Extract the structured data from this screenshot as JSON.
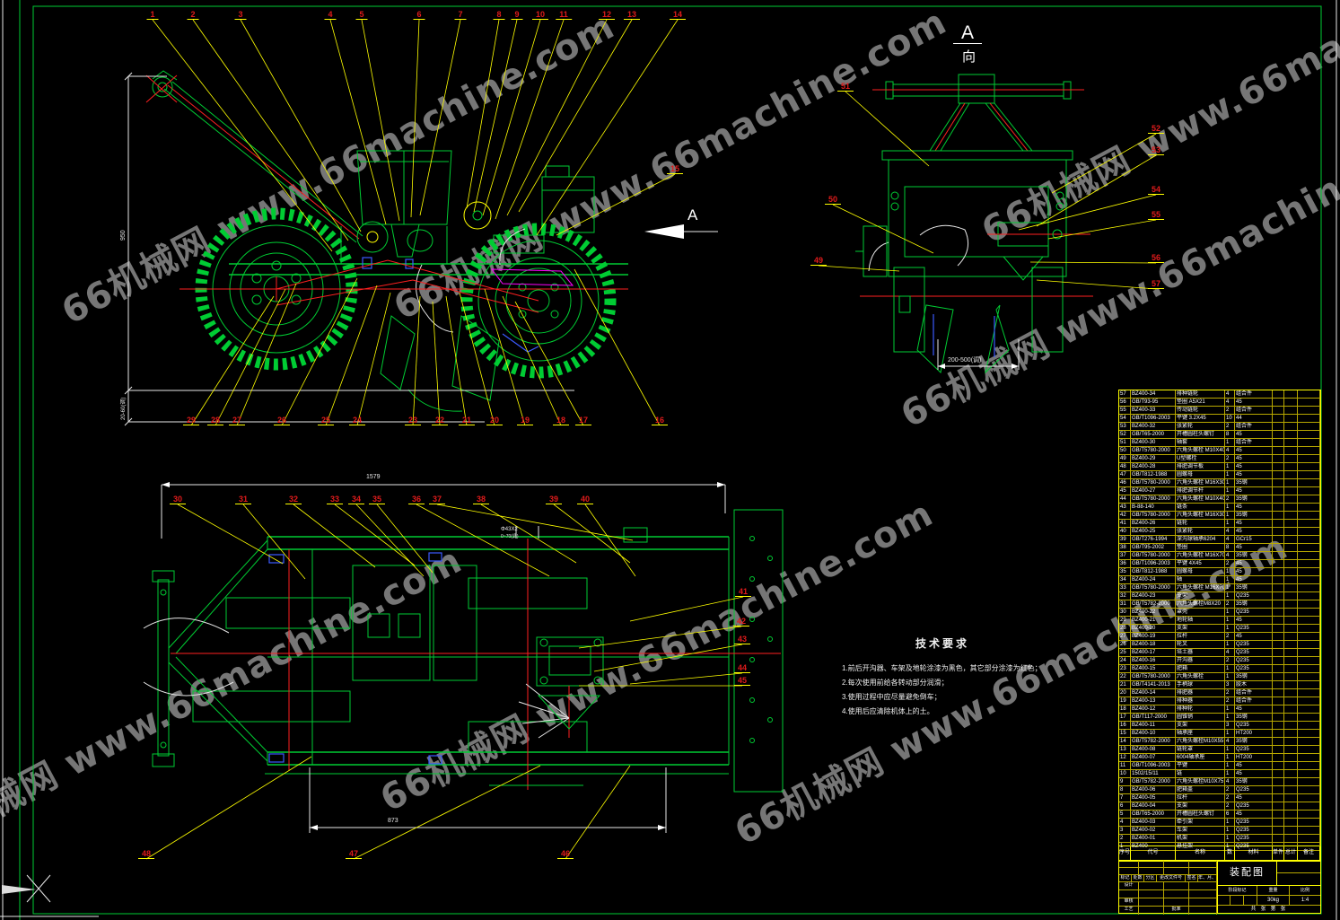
{
  "watermark": {
    "text": "66机械网 www.66machine.com"
  },
  "side_view": {
    "top_labels": [
      "1",
      "2",
      "3",
      "4",
      "5",
      "6",
      "7",
      "8",
      "9",
      "10",
      "11",
      "12",
      "13",
      "14"
    ],
    "bottom_labels": [
      "29",
      "28",
      "27",
      "26",
      "25",
      "24",
      "23",
      "22",
      "21",
      "20",
      "19",
      "18",
      "17",
      "16"
    ],
    "mid_labels": [
      "15"
    ],
    "view_arrow_label": "A",
    "dim_height": "950",
    "dim_depth": "20-60(调)"
  },
  "view_a": {
    "title_letter": "A",
    "title_word": "向",
    "left_labels": [
      "51",
      "50",
      "49"
    ],
    "right_labels": [
      "52",
      "53",
      "54",
      "55",
      "56",
      "57"
    ],
    "dim_row_spacing": "200-500(调)"
  },
  "plan_view": {
    "top_labels": [
      "30",
      "31",
      "32",
      "33",
      "34",
      "35",
      "36",
      "37",
      "38",
      "39",
      "40"
    ],
    "right_labels": [
      "41",
      "42",
      "43",
      "44",
      "45"
    ],
    "bottom_labels": [
      "48",
      "47",
      "46"
    ],
    "dim_width": "1579",
    "dim_wheelbase": "873",
    "dim_small": "Φ43X2",
    "dim_small2": "0~70(调)"
  },
  "tech_requirements": {
    "title": "技术要求",
    "items": [
      "1.前后开沟器、车架及地轮涂漆为黑色，其它部分涂漆为红色；",
      "2.每次使用前给各转动部分润滑；",
      "3.使用过程中应尽量避免倒车；",
      "4.使用后应清除机体上的土。"
    ]
  },
  "bom": {
    "headers": {
      "no": "序号",
      "code": "代号",
      "name": "名称",
      "qty": "数量",
      "material": "材料",
      "unit": "单件",
      "total": "总计",
      "remark": "备注"
    },
    "rows": [
      [
        "57",
        "BZ400-34",
        "排种链轮",
        "4",
        "组合件"
      ],
      [
        "56",
        "GB/T93-95",
        "垫圈 A5X21",
        "4",
        "45"
      ],
      [
        "55",
        "BZ400-33",
        "传动链轮",
        "2",
        "组合件"
      ],
      [
        "54",
        "GB/T1096-2003",
        "平键 3.2X45",
        "10",
        "44"
      ],
      [
        "53",
        "BZ400-32",
        "张紧轮",
        "2",
        "组合件"
      ],
      [
        "52",
        "GB/T65-2000",
        "开槽圆柱头螺钉",
        "8",
        "45"
      ],
      [
        "51",
        "BZ400-30",
        "轴套",
        "1",
        "组合件"
      ],
      [
        "50",
        "GB/T5780-2000",
        "六角头螺栓 M10X40",
        "4",
        "45"
      ],
      [
        "49",
        "BZ400-29",
        "U型螺栓",
        "2",
        "45"
      ],
      [
        "48",
        "BZ400-28",
        "排肥调节板",
        "1",
        "45"
      ],
      [
        "47",
        "GB/T812-1988",
        "圆螺母",
        "1",
        "45"
      ],
      [
        "46",
        "GB/T5780-2000",
        "六角头螺栓 M16X30",
        "1",
        "35钢"
      ],
      [
        "45",
        "BZ400-27",
        "排肥调节杆",
        "1",
        "45"
      ],
      [
        "44",
        "GB/T5780-2000",
        "六角头螺栓 M10X40",
        "2",
        "35钢"
      ],
      [
        "43",
        "B-88-140",
        "链条",
        "1",
        "45"
      ],
      [
        "42",
        "GB/T5780-2000",
        "六角头螺栓 M16X30",
        "1",
        "35钢"
      ],
      [
        "41",
        "BZ400-26",
        "链轮",
        "1",
        "45"
      ],
      [
        "40",
        "BZ400-25",
        "张紧轮",
        "4",
        "45"
      ],
      [
        "39",
        "GB/T276-1994",
        "深沟球轴承6204",
        "4",
        "GCr15"
      ],
      [
        "38",
        "GB/T95-2002",
        "垫圈",
        "8",
        "45"
      ],
      [
        "37",
        "GB/T5780-2000",
        "六角头螺栓 M16X70",
        "4",
        "35钢"
      ],
      [
        "36",
        "GB/T1096-2003",
        "平键 4X45",
        "2",
        "45"
      ],
      [
        "35",
        "GB/T812-1988",
        "圆螺母",
        "1",
        "45"
      ],
      [
        "34",
        "BZ400-24",
        "轴",
        "1",
        "45"
      ],
      [
        "33",
        "GB/T5780-2000",
        "六角头螺栓 M16X70",
        "1",
        "35钢"
      ],
      [
        "32",
        "BZ400-23",
        "支架",
        "1",
        "Q235"
      ],
      [
        "31",
        "GB/T5782-2000",
        "六角头螺栓M8X20",
        "2",
        "35钢"
      ],
      [
        "30",
        "BZ400-22",
        "罩壳",
        "1",
        "Q235"
      ],
      [
        "29",
        "BZ400-21",
        "地轮轴",
        "1",
        "45"
      ],
      [
        "28",
        "BZ400-20",
        "支架",
        "1",
        "Q235"
      ],
      [
        "27",
        "BZ400-19",
        "拉杆",
        "2",
        "45"
      ],
      [
        "26",
        "BZ400-18",
        "轮叉",
        "1",
        "Q235"
      ],
      [
        "25",
        "BZ400-17",
        "培土器",
        "4",
        "Q235"
      ],
      [
        "24",
        "BZ400-16",
        "开沟器",
        "2",
        "Q235"
      ],
      [
        "23",
        "BZ400-15",
        "肥箱",
        "1",
        "Q235"
      ],
      [
        "22",
        "GB/T5780-2000",
        "六角头螺栓",
        "1",
        "35钢"
      ],
      [
        "21",
        "GB/T4141-2013",
        "手柄球",
        "3",
        "胶木"
      ],
      [
        "20",
        "BZ400-14",
        "排肥器",
        "2",
        "组合件"
      ],
      [
        "19",
        "BZ400-13",
        "排种器",
        "2",
        "组合件"
      ],
      [
        "18",
        "BZ400-12",
        "排种轮",
        "1",
        "45"
      ],
      [
        "17",
        "GB/T117-2000",
        "圆锥销",
        "1",
        "35钢"
      ],
      [
        "16",
        "BZ400-11",
        "支架",
        "3",
        "Q235"
      ],
      [
        "15",
        "BZ400-10",
        "轴承座",
        "1",
        "HT200"
      ],
      [
        "14",
        "GB/T5782-2000",
        "六角头螺栓M10X55",
        "4",
        "35钢"
      ],
      [
        "13",
        "BZ400-08",
        "链轮罩",
        "1",
        "Q235"
      ],
      [
        "12",
        "BZ400-07",
        "6004轴承座",
        "1",
        "HT200"
      ],
      [
        "11",
        "GB/T1096-2003",
        "平键",
        "1",
        "45"
      ],
      [
        "10",
        "1502/15/11",
        "链",
        "1",
        "45"
      ],
      [
        "9",
        "GB/T5782-2000",
        "六角头螺栓M10X75",
        "4",
        "35钢"
      ],
      [
        "8",
        "BZ400-06",
        "肥箱盖",
        "2",
        "Q235"
      ],
      [
        "7",
        "BZ400-05",
        "拉杆",
        "2",
        "45"
      ],
      [
        "6",
        "BZ400-04",
        "支架",
        "2",
        "Q235"
      ],
      [
        "5",
        "GB/T65-2000",
        "开槽圆柱头螺钉",
        "6",
        "45"
      ],
      [
        "4",
        "BZ400-03",
        "牵引架",
        "1",
        "Q235"
      ],
      [
        "3",
        "BZ400-02",
        "车架",
        "1",
        "Q235"
      ],
      [
        "2",
        "BZ400-01",
        "机架",
        "1",
        "Q235"
      ],
      [
        "1",
        "BZ400",
        "悬挂架",
        "1",
        "Q235"
      ]
    ]
  },
  "title_block": {
    "drawing_title": "装配图",
    "stage_label": "阶段标记",
    "weight_label": "重量",
    "scale_label": "比例",
    "weight_value": "30kg",
    "scale_value": "1:4",
    "sheet_label": "共 张 第 张",
    "rev_headers": [
      "标记",
      "处数",
      "分区",
      "更改文件号",
      "签名",
      "年、月、日"
    ],
    "sign_labels": [
      "设计",
      "审核",
      "工艺",
      "批准"
    ]
  }
}
